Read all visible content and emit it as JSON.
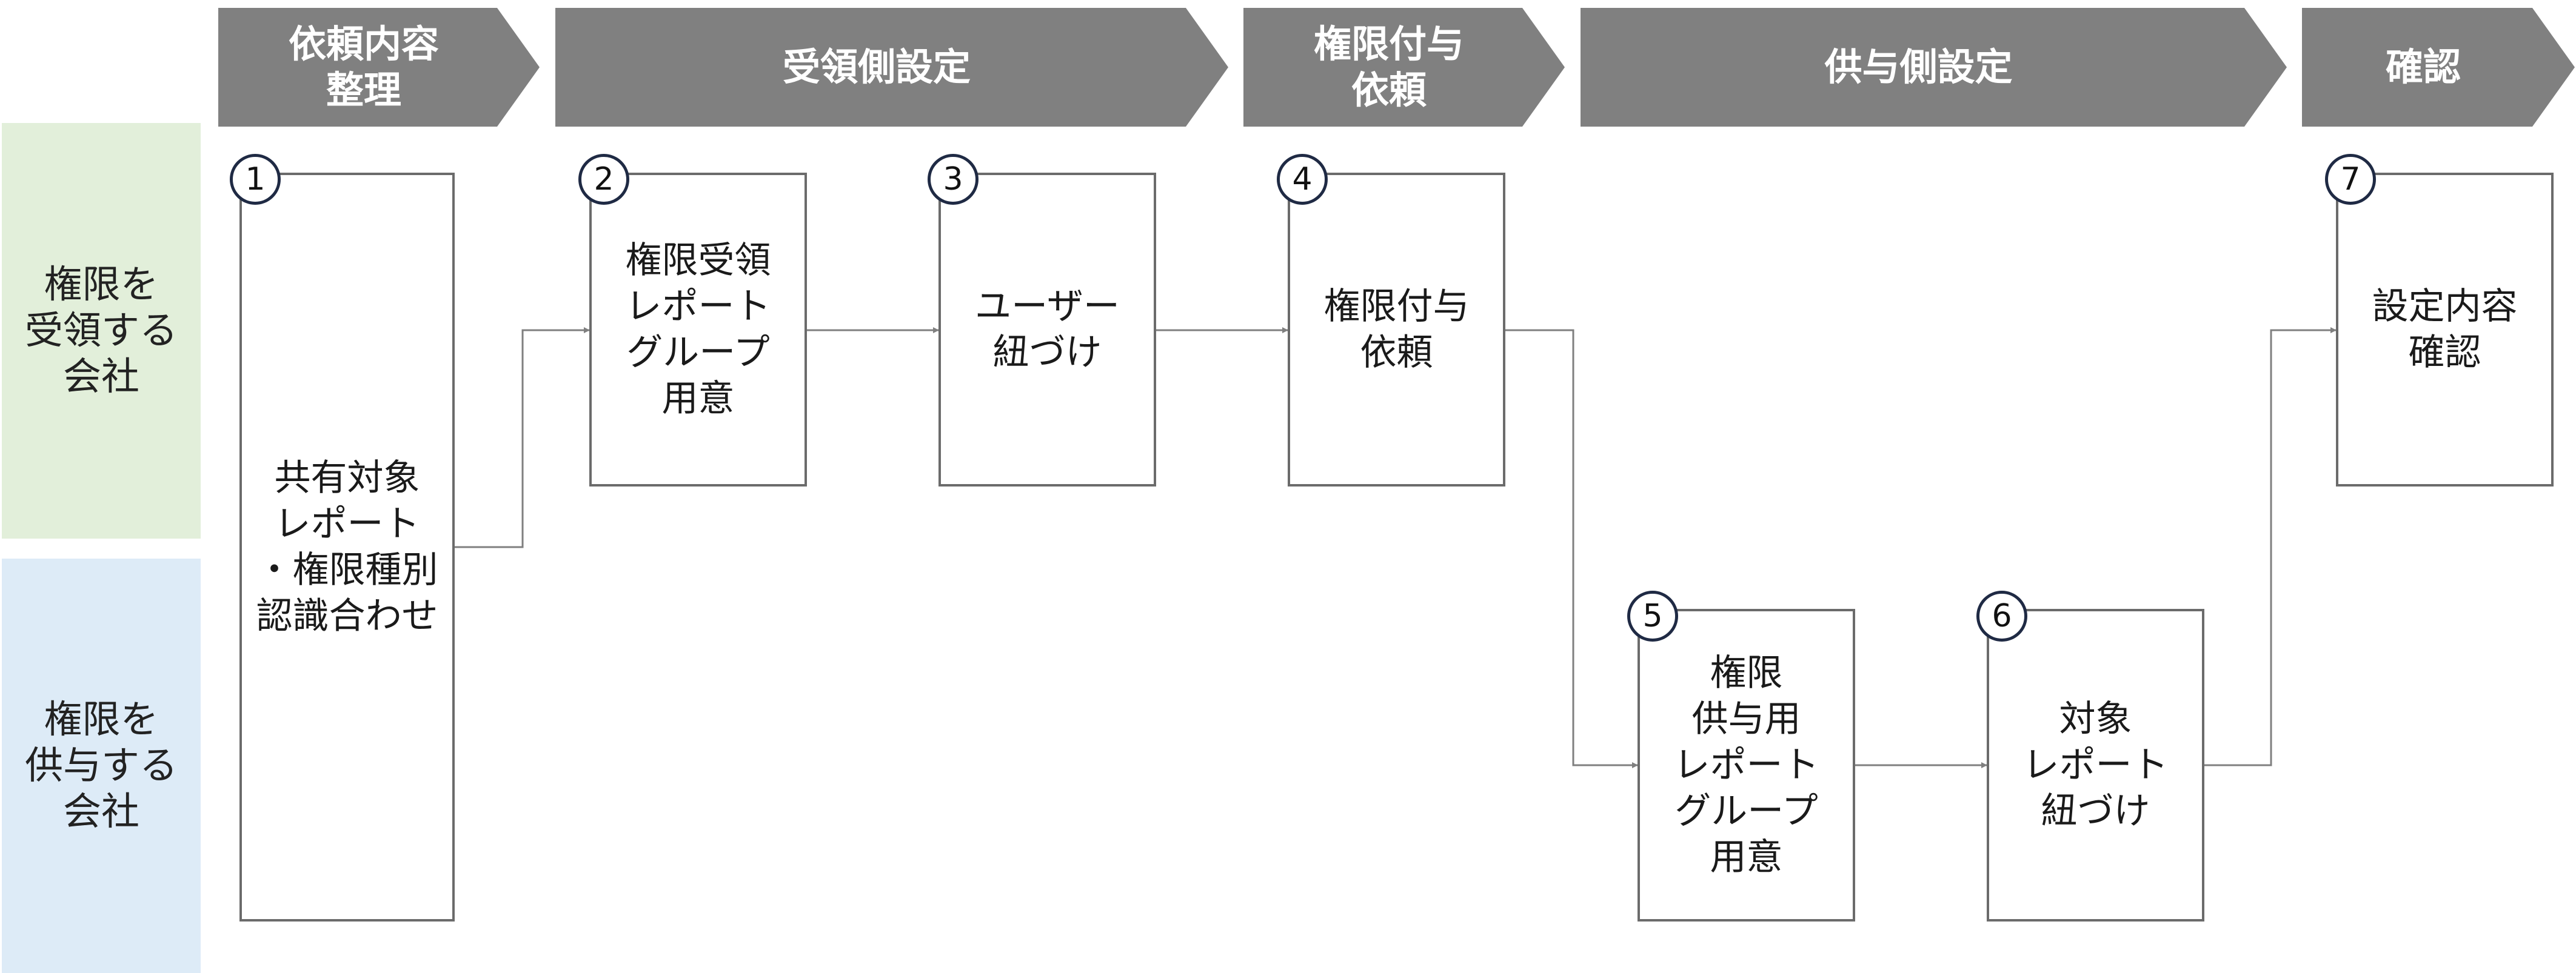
{
  "lanes": [
    {
      "id": "receive",
      "label": "権限を\n受領する\n会社",
      "color": "#e2efda"
    },
    {
      "id": "grant",
      "label": "権限を\n供与する\n会社",
      "color": "#ddebf7"
    }
  ],
  "phases": [
    {
      "label": "依頼内容\n整理"
    },
    {
      "label": "受領側設定"
    },
    {
      "label": "権限付与\n依頼"
    },
    {
      "label": "供与側設定"
    },
    {
      "label": "確認"
    }
  ],
  "steps": [
    {
      "number": "1",
      "label": "共有対象\nレポート\n・権限種別\n認識合わせ"
    },
    {
      "number": "2",
      "label": "権限受領\nレポート\nグループ\n用意"
    },
    {
      "number": "3",
      "label": "ユーザー\n紐づけ"
    },
    {
      "number": "4",
      "label": "権限付与\n依頼"
    },
    {
      "number": "5",
      "label": "権限\n供与用\nレポート\nグループ\n用意"
    },
    {
      "number": "6",
      "label": "対象\nレポート\n紐づけ"
    },
    {
      "number": "7",
      "label": "設定内容\n確認"
    }
  ],
  "colors": {
    "phase": "#808080",
    "box_border": "#6b6b6b",
    "connector": "#7f7f7f",
    "badge_border": "#1f2a44"
  }
}
